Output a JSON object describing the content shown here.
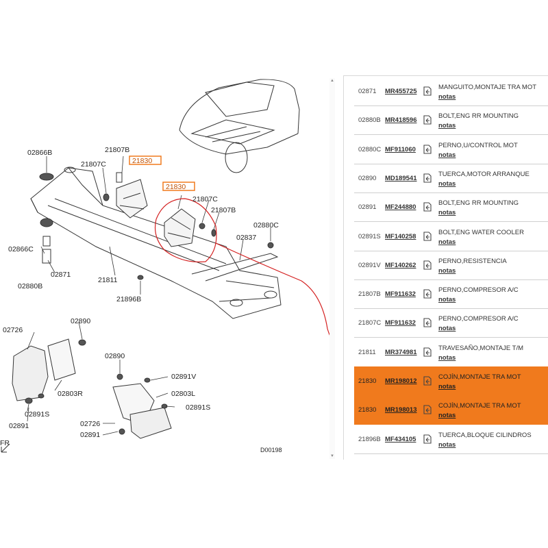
{
  "diagram": {
    "code": "D00198",
    "front_label": "FR",
    "callouts": [
      {
        "id": "c1",
        "text": "02866B"
      },
      {
        "id": "c2",
        "text": "21807B"
      },
      {
        "id": "c3",
        "text": "21807C"
      },
      {
        "id": "c4",
        "text": "21830"
      },
      {
        "id": "c5",
        "text": "21830"
      },
      {
        "id": "c6",
        "text": "21807C"
      },
      {
        "id": "c7",
        "text": "21807B"
      },
      {
        "id": "c8",
        "text": "02880C"
      },
      {
        "id": "c9",
        "text": "02837"
      },
      {
        "id": "c10",
        "text": "02866C"
      },
      {
        "id": "c11",
        "text": "02871"
      },
      {
        "id": "c12",
        "text": "02880B"
      },
      {
        "id": "c13",
        "text": "21811"
      },
      {
        "id": "c14",
        "text": "21896B"
      },
      {
        "id": "c15",
        "text": "02726"
      },
      {
        "id": "c16",
        "text": "02890"
      },
      {
        "id": "c17",
        "text": "02803R"
      },
      {
        "id": "c18",
        "text": "02891S"
      },
      {
        "id": "c19",
        "text": "02891"
      },
      {
        "id": "c20",
        "text": "02890"
      },
      {
        "id": "c21",
        "text": "02891V"
      },
      {
        "id": "c22",
        "text": "02803L"
      },
      {
        "id": "c23",
        "text": "02891S"
      },
      {
        "id": "c24",
        "text": "02726"
      },
      {
        "id": "c25",
        "text": "02891"
      }
    ]
  },
  "parts": {
    "notes_label": "notas",
    "highlight_color": "#f07a1d",
    "rows": [
      {
        "code": "02871",
        "pn": "MR455725",
        "desc": "MANGUITO,MONTAJE TRA MOT",
        "hl": false
      },
      {
        "code": "02880B",
        "pn": "MR418596",
        "desc": "BOLT,ENG RR MOUNTING",
        "hl": false
      },
      {
        "code": "02880C",
        "pn": "MF911060",
        "desc": "PERNO,U/CONTROL MOT",
        "hl": false
      },
      {
        "code": "02890",
        "pn": "MD189541",
        "desc": "TUERCA,MOTOR ARRANQUE",
        "hl": false
      },
      {
        "code": "02891",
        "pn": "MF244880",
        "desc": "BOLT,ENG RR MOUNTING",
        "hl": false
      },
      {
        "code": "02891S",
        "pn": "MF140258",
        "desc": "BOLT,ENG WATER COOLER",
        "hl": false
      },
      {
        "code": "02891V",
        "pn": "MF140262",
        "desc": "PERNO,RESISTENCIA",
        "hl": false
      },
      {
        "code": "21807B",
        "pn": "MF911632",
        "desc": "PERNO,COMPRESOR A/C",
        "hl": false
      },
      {
        "code": "21807C",
        "pn": "MF911632",
        "desc": "PERNO,COMPRESOR A/C",
        "hl": false
      },
      {
        "code": "21811",
        "pn": "MR374981",
        "desc": "TRAVESAÑO,MONTAJE T/M",
        "hl": false
      },
      {
        "code": "21830",
        "pn": "MR198012",
        "desc": "COJÍN,MONTAJE TRA MOT",
        "hl": true
      },
      {
        "code": "21830",
        "pn": "MR198013",
        "desc": "COJÍN,MONTAJE TRA MOT",
        "hl": true
      },
      {
        "code": "21896B",
        "pn": "MF434105",
        "desc": "TUERCA,BLOQUE CILINDROS",
        "hl": false
      }
    ]
  }
}
